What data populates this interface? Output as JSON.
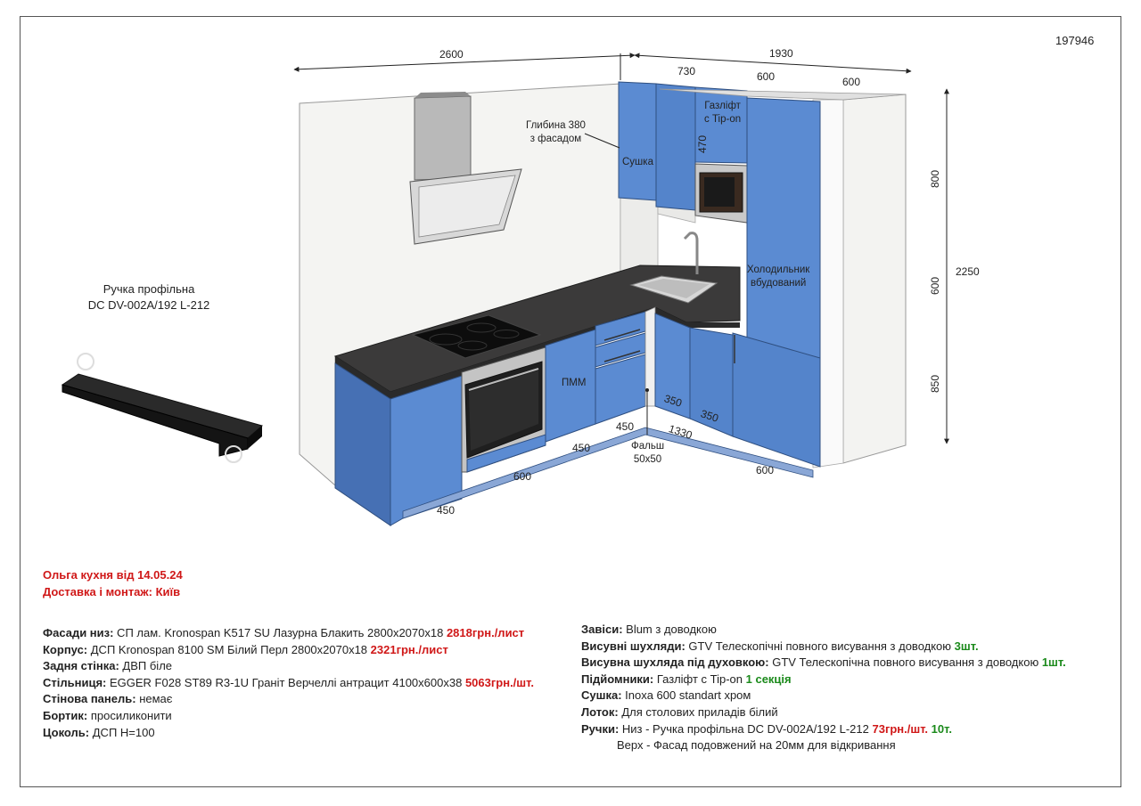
{
  "order_number": "197946",
  "dimensions": {
    "top_left_width": "2600",
    "top_right_width": "1930",
    "upper_730": "730",
    "upper_600_a": "600",
    "upper_600_b": "600",
    "micro_470": "470",
    "height_800": "800",
    "height_600": "600",
    "height_850": "850",
    "height_total": "2250",
    "base_450_left": "450",
    "base_600_oven": "600",
    "base_450_pmm": "450",
    "base_450_corner": "450",
    "right_350_a": "350",
    "right_350_b": "350",
    "right_1330": "1330",
    "right_600": "600"
  },
  "labels": {
    "depth_note_1": "Глибина 380",
    "depth_note_2": "з фасадом",
    "dryer": "Сушка",
    "gaslift_1": "Газліфт",
    "gaslift_2": "с Tip-on",
    "fridge_1": "Холодильник",
    "fridge_2": "вбудований",
    "dishwasher": "ПММ",
    "false_panel_1": "Фальш",
    "false_panel_2": "50x50",
    "handle_title_1": "Ручка профільна",
    "handle_title_2": "DC DV-002A/192 L-212"
  },
  "header": {
    "client_line": "Ольга кухня від 14.05.24",
    "delivery_line": "Доставка і монтаж: Київ"
  },
  "spec_left": [
    {
      "key": "Фасади низ:",
      "text": " СП лам. Kronospan K517 SU Лазурна Блакить 2800x2070x18 ",
      "red": "2818грн./лист"
    },
    {
      "key": "Корпус:",
      "text": " ДСП Kronospan 8100 SM Білий Перл 2800x2070x18 ",
      "red": "2321грн./лист"
    },
    {
      "key": "Задня стінка:",
      "text": " ДВП біле",
      "red": ""
    },
    {
      "key": "Стільниця:",
      "text": " EGGER F028 ST89 R3-1U Граніт Верчеллі антрацит 4100x600x38 ",
      "red": "5063грн./шт."
    },
    {
      "key": "Стінова панель:",
      "text": " немає",
      "red": ""
    },
    {
      "key": "Бортик:",
      "text": " просиликонити",
      "red": ""
    },
    {
      "key": "Цоколь:",
      "text": " ДСП H=100",
      "red": ""
    }
  ],
  "spec_right": [
    {
      "key": "Завіси:",
      "text": " Blum з доводкою",
      "red": "",
      "green": ""
    },
    {
      "key": "Висувні шухляди:",
      "text": " GTV Телескопічні повного висування з доводкою ",
      "red": "",
      "green": "3шт."
    },
    {
      "key": "Висувна шухляда під духовкою:",
      "text": " GTV Телескопічна повного висування з доводкою ",
      "red": "",
      "green": "1шт."
    },
    {
      "key": "Підйомники:",
      "text": " Газліфт с Tip-on ",
      "red": "",
      "green": "1 секція"
    },
    {
      "key": "Сушка:",
      "text": " Inoxa 600 standart хром",
      "red": "",
      "green": ""
    },
    {
      "key": "Лоток:",
      "text": " Для столових приладів білий",
      "red": "",
      "green": ""
    },
    {
      "key": "Ручки:",
      "text": " Низ - Ручка профільна DC DV-002A/192 L-212 ",
      "red": "73грн./шт.",
      "green": "10т."
    }
  ],
  "spec_right_extra": "Верх - Фасад подовжений на 20мм для відкривання",
  "colors": {
    "facade_blue": "#5b8bd2",
    "facade_blue_dark": "#4670b4",
    "countertop": "#3b3a3a",
    "wall": "#f4f4f2",
    "red_price": "#d01818",
    "green_qty": "#1b8a1b"
  }
}
